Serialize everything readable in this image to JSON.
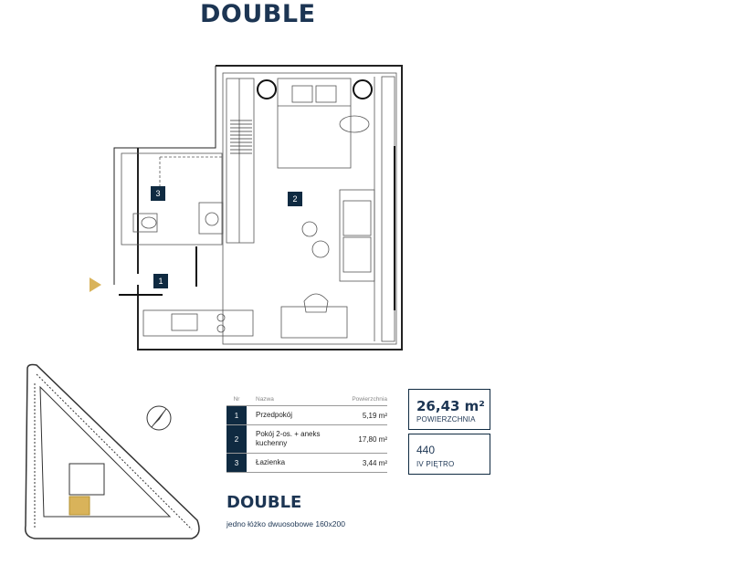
{
  "header": {
    "title": "DOUBLE"
  },
  "rooms": [
    {
      "nr": "1",
      "name": "Przedpokój",
      "area": "5,19 m²"
    },
    {
      "nr": "2",
      "name": "Pokój 2-os. + aneks kuchenny",
      "area": "17,80 m²"
    },
    {
      "nr": "3",
      "name": "Łazienka",
      "area": "3,44 m²"
    }
  ],
  "table_headers": {
    "nr": "Nr",
    "name": "Nazwa",
    "area": "Powierzchnia"
  },
  "summary": {
    "area_value": "26,43 m²",
    "area_label": "POWIERZCHNIA",
    "unit_number": "440",
    "floor_label": "IV PIĘTRO"
  },
  "footer": {
    "title": "DOUBLE",
    "subtitle": "jedno łóżko dwuosobowe 160x200"
  },
  "plan_badges": {
    "b1": "1",
    "b2": "2",
    "b3": "3"
  },
  "colors": {
    "navy": "#0f2a41",
    "accent": "#d9b35a"
  }
}
